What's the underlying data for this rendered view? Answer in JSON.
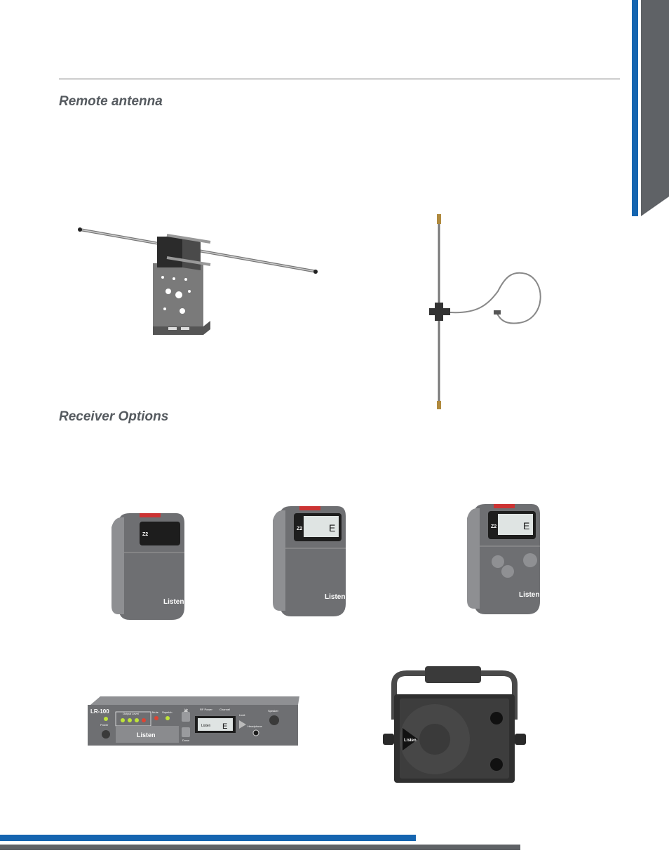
{
  "sections": {
    "remote_antenna": "Remote antenna",
    "receiver_options": "Receiver Options"
  },
  "devices": {
    "brand": "Listen",
    "receiver_model": "Z2",
    "lcd_char": "E",
    "rack_model": "LR-100",
    "rack_labels": {
      "power": "Power",
      "output_level": "Output Level",
      "mute": "Mute",
      "squelch": "Squelch",
      "up": "Up",
      "down": "Down",
      "rf_power": "RF Power",
      "channel": "Channel",
      "limit": "Limit",
      "headphone": "Headphone",
      "speaker": "Speaker",
      "lcd": "Listen"
    }
  },
  "colors": {
    "accent_blue": "#1565b0",
    "accent_grey": "#5f6266"
  }
}
